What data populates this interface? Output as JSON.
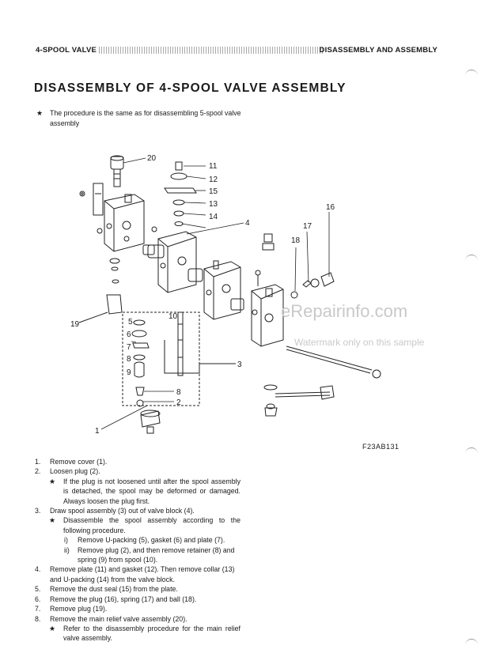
{
  "header": {
    "left": "4-SPOOL VALVE",
    "right": "DISASSEMBLY AND ASSEMBLY"
  },
  "title": "DISASSEMBLY OF 4-SPOOL VALVE ASSEMBLY",
  "note": {
    "star": "★",
    "text": "The procedure is the same as for disassembling 5-spool valve assembly"
  },
  "figure": {
    "id": "F23AB131",
    "labels": [
      "20",
      "11",
      "12",
      "15",
      "13",
      "14",
      "4",
      "16",
      "17",
      "18",
      "19",
      "5",
      "6",
      "7",
      "8",
      "9",
      "10",
      "3",
      "8",
      "2",
      "1"
    ],
    "watermark_main": "eRepairinfo.com",
    "watermark_sub": "Watermark only on this sample"
  },
  "steps": [
    {
      "num": "1.",
      "text": "Remove cover (1)."
    },
    {
      "num": "2.",
      "text": "Loosen plug (2).",
      "notes": [
        "If the plug is not loosened until after the spool assembly is detached, the spool may be deformed or damaged. Always loosen the plug first."
      ]
    },
    {
      "num": "3.",
      "text": "Draw spool assembly (3) out of valve block (4).",
      "notes": [
        "Disassemble the spool assembly according to the following procedure."
      ],
      "subs": [
        {
          "n": "i)",
          "text": "Remove U-packing (5), gasket (6) and plate (7)."
        },
        {
          "n": "ii)",
          "text": "Remove plug (2), and then remove retainer (8) and spring (9) from spool (10)."
        }
      ]
    },
    {
      "num": "4.",
      "text": "Remove plate (11) and gasket (12). Then remove collar (13) and U-packing (14) from the valve block."
    },
    {
      "num": "5.",
      "text": "Remove the dust seal (15) from the plate."
    },
    {
      "num": "6.",
      "text": "Remove the plug (16), spring (17) and ball (18)."
    },
    {
      "num": "7.",
      "text": "Remove plug (19)."
    },
    {
      "num": "8.",
      "text": "Remove the main relief valve assembly (20).",
      "notes": [
        "Refer to the disassembly procedure for the main relief valve assembly."
      ]
    }
  ]
}
